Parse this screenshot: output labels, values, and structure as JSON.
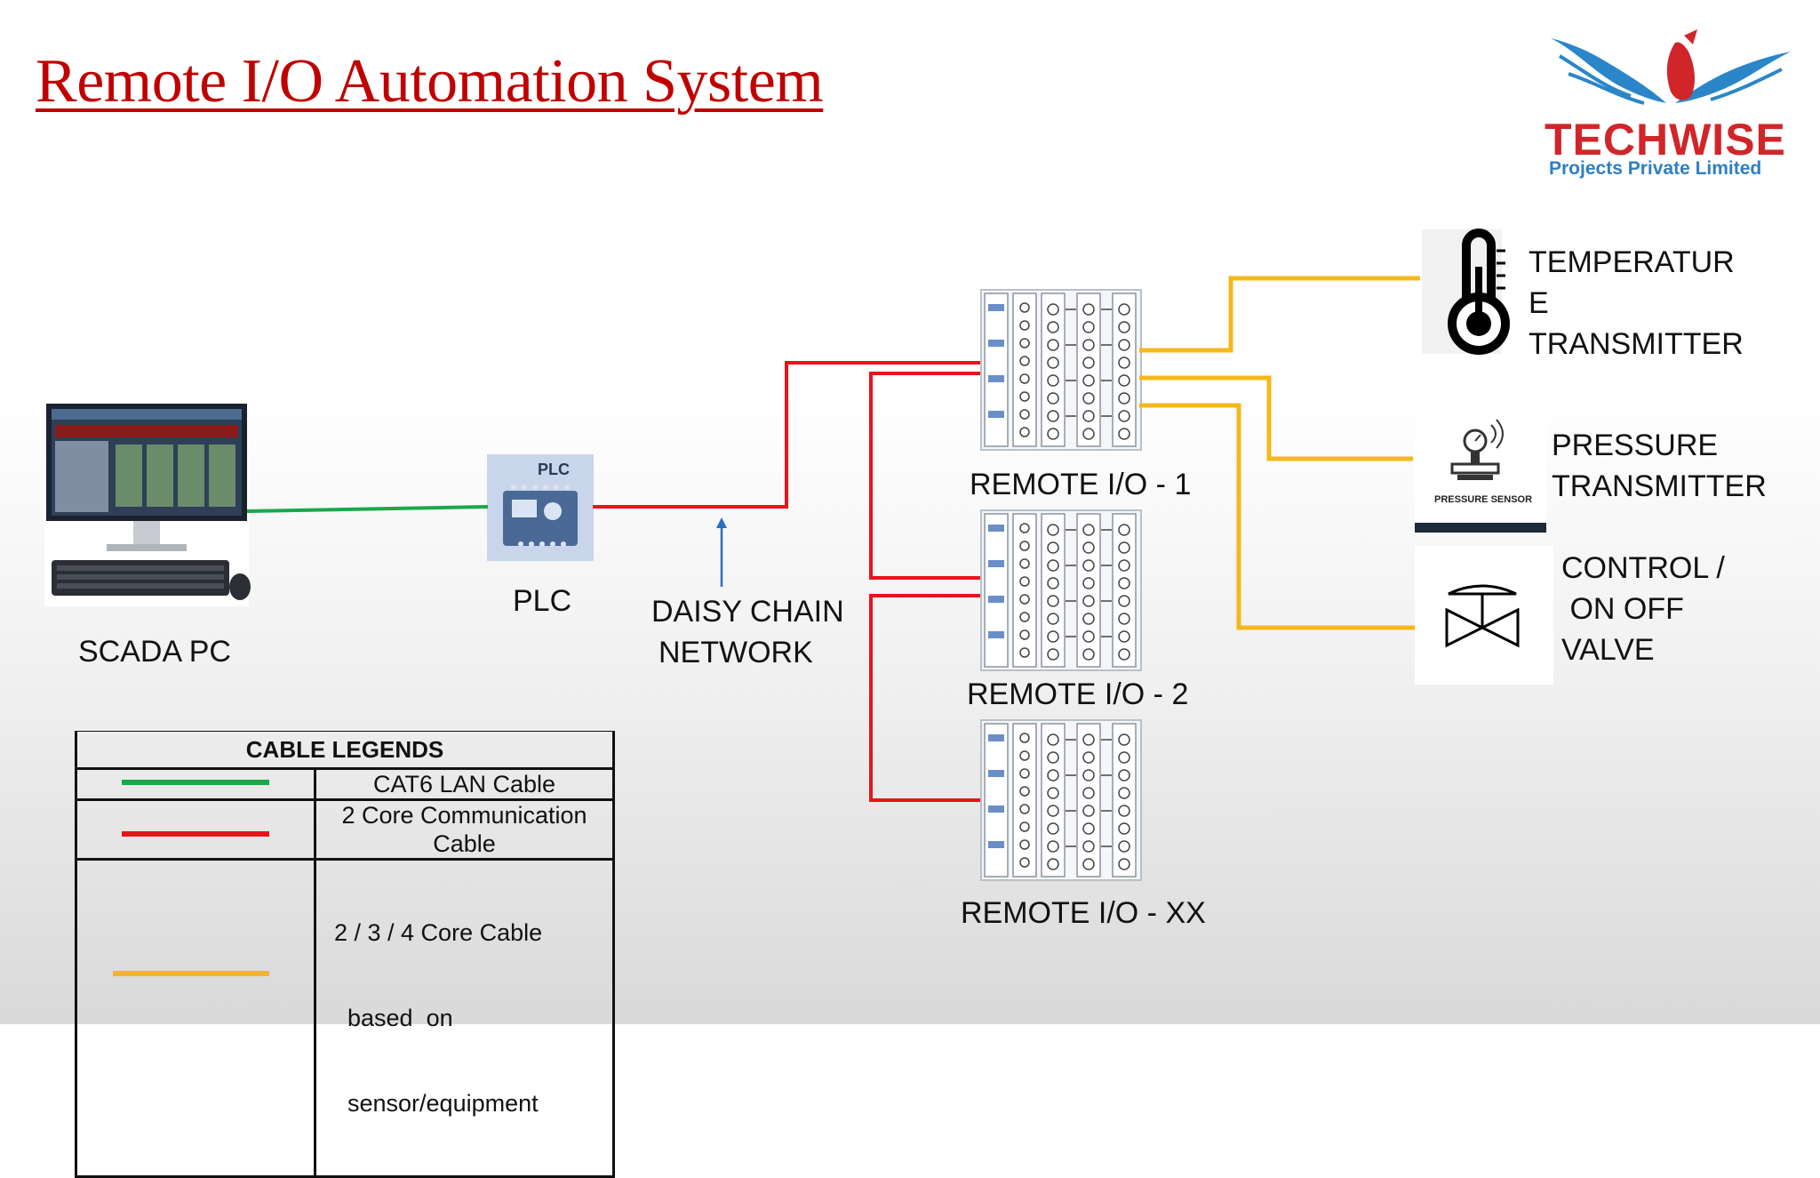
{
  "title": "Remote I/O Automation System",
  "logo": {
    "name": "TECHWISE",
    "subtitle": "Projects Private Limited"
  },
  "labels": {
    "scada_pc": "SCADA PC",
    "plc": "PLC",
    "plc_badge": "PLC",
    "daisy_chain_1": "DAISY CHAIN",
    "daisy_chain_2": "NETWORK",
    "remote_io_1": "REMOTE I/O - 1",
    "remote_io_2": "REMOTE I/O - 2",
    "remote_io_xx": "REMOTE I/O - XX",
    "temperature_1": "TEMPERATUR",
    "temperature_2": "E",
    "temperature_3": "TRANSMITTER",
    "pressure_1": "PRESSURE",
    "pressure_2": "TRANSMITTER",
    "pressure_sensor_caption": "PRESSURE SENSOR",
    "valve_1": "CONTROL /",
    "valve_2": " ON OFF",
    "valve_3": "VALVE"
  },
  "legend": {
    "header": "CABLE LEGENDS",
    "rows": [
      {
        "color": "#1aa84a",
        "label": "CAT6 LAN Cable"
      },
      {
        "color": "#e8141b",
        "label_1": "2 Core Communication",
        "label_2": "Cable"
      },
      {
        "color": "#f5b81c",
        "label_1": "2 / 3 / 4 Core Cable",
        "label_2": "  based  on",
        "label_3": "  sensor/equipment"
      }
    ]
  },
  "colors": {
    "lan": "#1aa84a",
    "comm": "#e8141b",
    "sensor": "#f5b81c",
    "arrow": "#2a6fc0",
    "title": "#c00000"
  }
}
